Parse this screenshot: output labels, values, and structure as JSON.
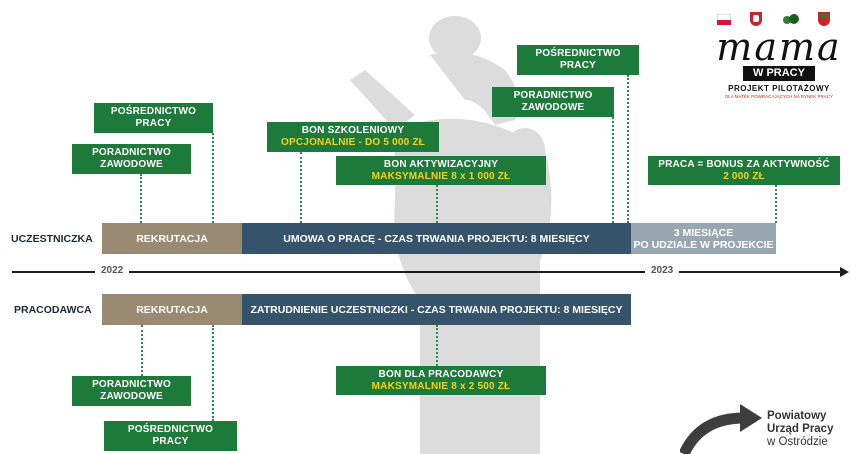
{
  "flags": {
    "colors": {
      "poland_white": "#ffffff",
      "poland_red": "#dc143c",
      "eagle": "#c62828",
      "leaf": "#2e7d32",
      "shield": "#c62828"
    }
  },
  "logo": {
    "script": "mama",
    "band": "W PRACY",
    "line1": "PROJEKT PILOTAŻOWY",
    "line2": "DLA MATEK POWRACAJĄCYCH NA RYNEK PRACY"
  },
  "top_right_boxes": {
    "posrednictwo": [
      "POŚREDNICTWO",
      "PRACY"
    ],
    "poradnictwo": [
      "PORADNICTWO",
      "ZAWODOWE"
    ]
  },
  "top_left_boxes": {
    "posrednictwo": [
      "POŚREDNICTWO",
      "PRACY"
    ],
    "poradnictwo": [
      "PORADNICTWO",
      "ZAWODOWE"
    ]
  },
  "bon_szkoleniowy": {
    "line1": "BON SZKOLENIOWY",
    "line2": "OPCJONALNIE - DO 5 000 ZŁ"
  },
  "bon_aktywizacyjny": {
    "line1": "BON AKTYWIZACYJNY",
    "line2": "MAKSYMALNIE 8 x 1 000 ZŁ"
  },
  "praca_bonus": {
    "line1": "PRACA = BONUS ZA AKTYWNOŚĆ",
    "line2": "2 000 ZŁ"
  },
  "uczestniczka": {
    "label": "UCZESTNICZKA",
    "rekrutacja": "REKRUTACJA",
    "umowa": "UMOWA O PRACĘ - CZAS TRWANIA PROJEKTU: 8 MIESIĘCY",
    "po_udziale": [
      "3 MIESIĄCE",
      "PO UDZIALE W PROJEKCIE"
    ]
  },
  "timeline": {
    "year1": "2022",
    "year2": "2023"
  },
  "pracodawca": {
    "label": "PRACODAWCA",
    "rekrutacja": "REKRUTACJA",
    "zatrudnienie": "ZATRUDNIENIE UCZESTNICZKI - CZAS TRWANIA PROJEKTU: 8 MIESIĘCY"
  },
  "bottom_boxes": {
    "poradnictwo": [
      "PORADNICTWO",
      "ZAWODOWE"
    ],
    "posrednictwo": [
      "POŚREDNICTWO",
      "PRACY"
    ]
  },
  "bon_pracodawcy": {
    "line1": "BON DLA PRACODAWCY",
    "line2": "MAKSYMALNIE 8 x 2 500 ZŁ"
  },
  "pup": {
    "line1": "Powiatowy",
    "line2": "Urząd Pracy",
    "line3": "w Ostródzie"
  }
}
